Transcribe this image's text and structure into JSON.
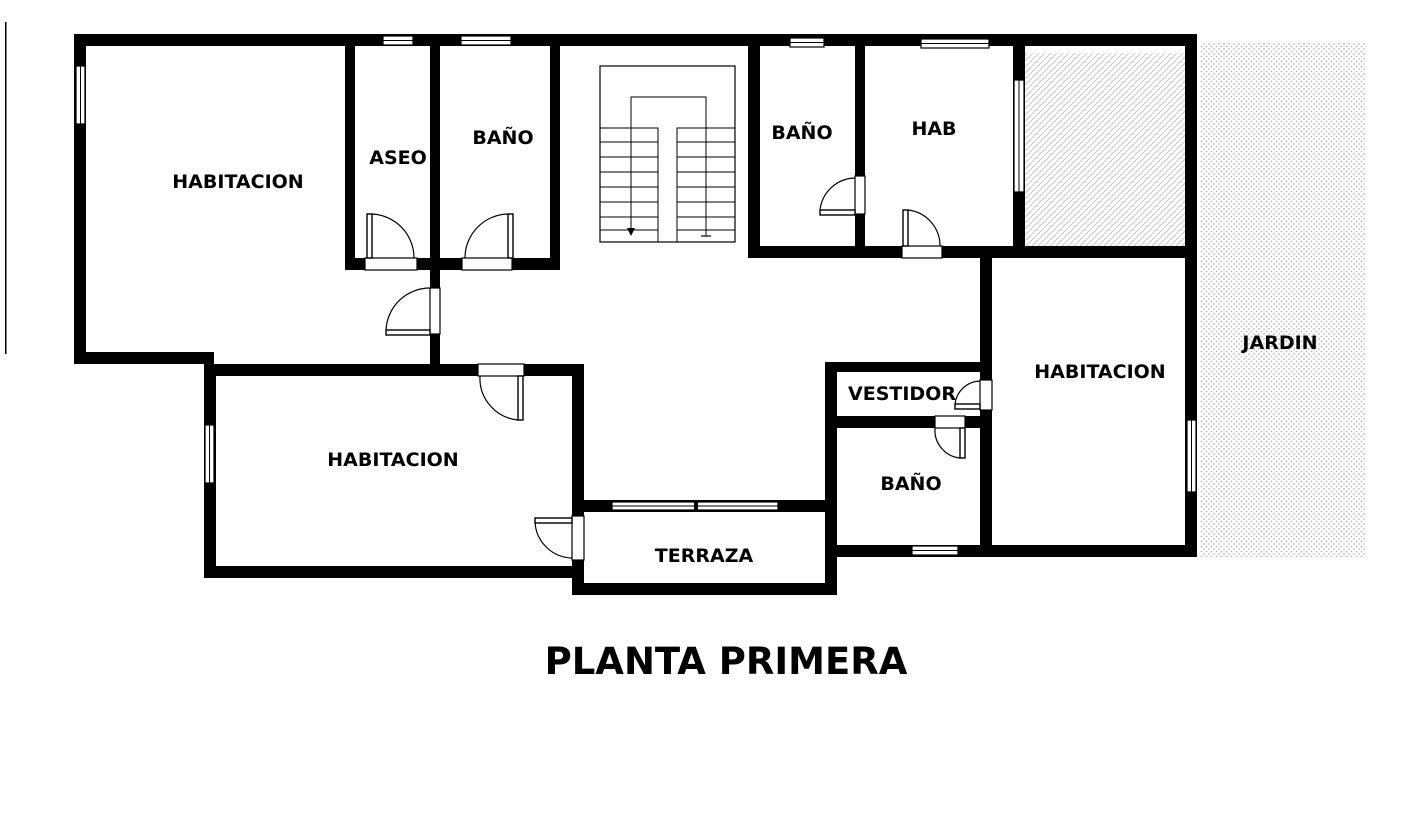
{
  "plan": {
    "title": "PLANTA PRIMERA",
    "rooms": {
      "habitacion_nw": "HABITACION",
      "aseo": "ASEO",
      "bano_n": "BAÑO",
      "bano_ne": "BAÑO",
      "hab": "HAB",
      "jardin": "JARDIN",
      "habitacion_e": "HABITACION",
      "vestidor": "VESTIDOR",
      "habitacion_sw": "HABITACION",
      "bano_s": "BAÑO",
      "terraza": "TERRAZA"
    },
    "colors": {
      "wall": "#000000",
      "background": "#ffffff",
      "hatch": "#c8c8c8"
    }
  }
}
